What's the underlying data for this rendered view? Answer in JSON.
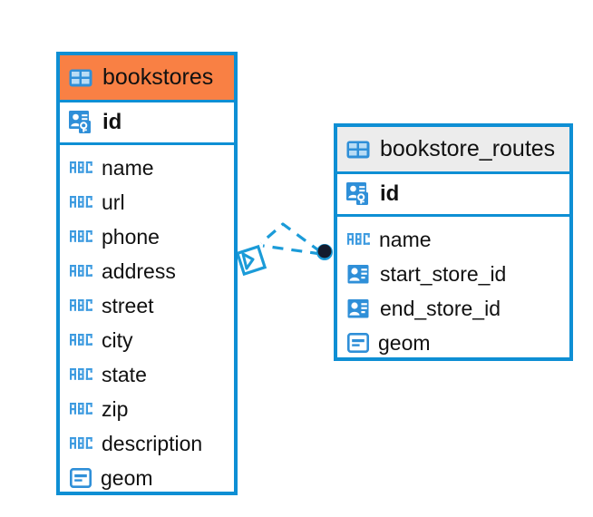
{
  "diagram": {
    "type": "entity-relationship-diagram",
    "colors": {
      "border": "#0e8fd4",
      "selected_header": "#f98044",
      "plain_header": "#ececec",
      "icon_blue": "#2f8fd8",
      "connector": "#1b9bd8",
      "endpoint": "#111a2b",
      "text": "#111111",
      "background": "#ffffff"
    },
    "entities": [
      {
        "id": "bookstores",
        "name": "bookstores",
        "selected": true,
        "header_icon": "table-icon",
        "primary_key": {
          "name": "id",
          "icon": "primary-key-icon"
        },
        "columns": [
          {
            "name": "name",
            "icon": "text-type-icon"
          },
          {
            "name": "url",
            "icon": "text-type-icon"
          },
          {
            "name": "phone",
            "icon": "text-type-icon"
          },
          {
            "name": "address",
            "icon": "text-type-icon"
          },
          {
            "name": "street",
            "icon": "text-type-icon"
          },
          {
            "name": "city",
            "icon": "text-type-icon"
          },
          {
            "name": "state",
            "icon": "text-type-icon"
          },
          {
            "name": "zip",
            "icon": "text-type-icon"
          },
          {
            "name": "description",
            "icon": "text-type-icon"
          },
          {
            "name": "geom",
            "icon": "geometry-type-icon"
          }
        ]
      },
      {
        "id": "bookstore_routes",
        "name": "bookstore_routes",
        "selected": false,
        "header_icon": "table-icon",
        "primary_key": {
          "name": "id",
          "icon": "primary-key-icon"
        },
        "columns": [
          {
            "name": "name",
            "icon": "text-type-icon"
          },
          {
            "name": "start_store_id",
            "icon": "foreign-key-icon"
          },
          {
            "name": "end_store_id",
            "icon": "foreign-key-icon"
          },
          {
            "name": "geom",
            "icon": "geometry-type-icon"
          }
        ]
      }
    ],
    "relationship": {
      "from_entity": "bookstore_routes",
      "to_entity": "bookstores",
      "from_marker": "filled-circle-endpoint",
      "to_marker": "crows-foot-diamond-marker",
      "line_style": "dashed"
    }
  }
}
